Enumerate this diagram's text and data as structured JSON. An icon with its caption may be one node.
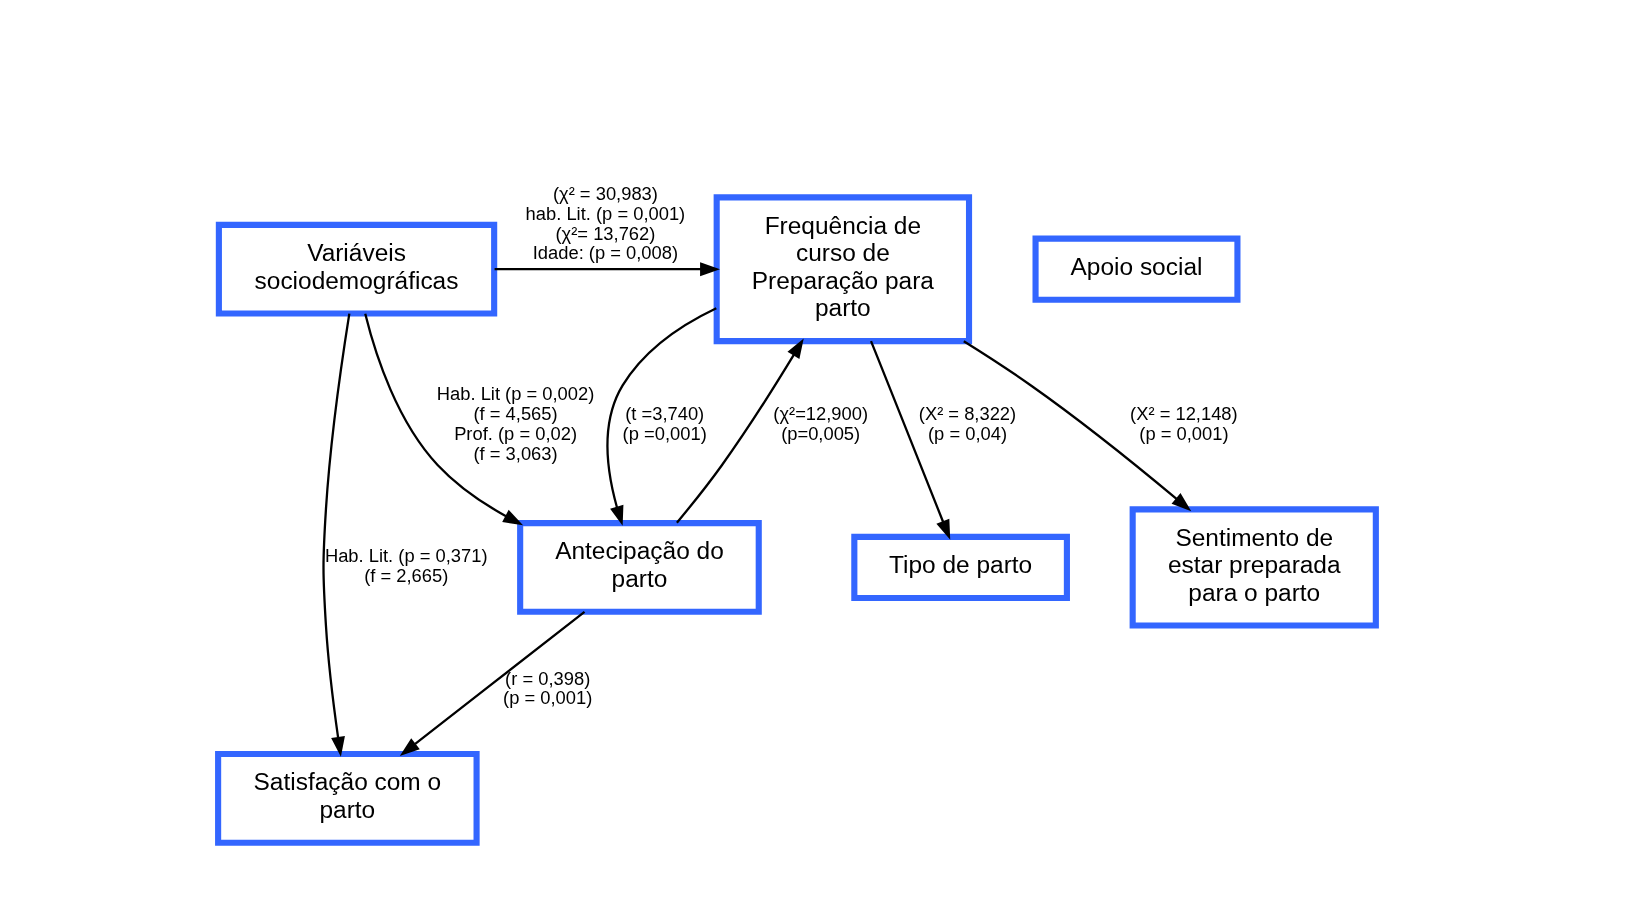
{
  "diagram": {
    "nodes": [
      {
        "text": [
          "Variáveis sociodemográficas"
        ]
      },
      {
        "text": [
          "Frequência de curso de Preparação para parto"
        ]
      },
      {
        "text": [
          "Apoio social"
        ]
      },
      {
        "text": [
          "Tipo de parto"
        ]
      },
      {
        "text": [
          "Antecipação do parto"
        ]
      },
      {
        "text": [
          "Sentimento de estar preparada para o parto"
        ]
      },
      {
        "text": [
          "Satisfação com o parto"
        ]
      }
    ],
    "edges": [
      {
        "from": 0,
        "to": 1,
        "arrow": "to",
        "label": "(χ² = 30,983) hab. Lit. (p = 0,001) (χ²= 13,762) Idade: (p = 0,008)"
      },
      {
        "from": 0,
        "to": 4,
        "arrow": "to",
        "label": "Hab. Lit (p = 0,002) (f = 4,565) Prof. (p = 0,02) (f = 3,063)"
      },
      {
        "from": 0,
        "to": 6,
        "arrow": "to",
        "label": "Hab. Lit. (p = 0,371) (f = 2,665)"
      },
      {
        "from": 4,
        "to": 1,
        "arrow": "to",
        "label": "(χ²=12,900) (p=0,005)"
      },
      {
        "from": 1,
        "to": 4,
        "arrow": "to",
        "label": "(t =3,740) (p =0,001)"
      },
      {
        "from": 1,
        "to": 3,
        "arrow": "to",
        "label": "(X² = 8,322) (p = 0,04)"
      },
      {
        "from": 1,
        "to": 5,
        "arrow": "to",
        "label": "(X² = 12,148) (p = 0,001)"
      },
      {
        "from": 4,
        "to": 6,
        "arrow": "to",
        "label": "(r = 0,398) (p = 0,001)"
      }
    ]
  }
}
